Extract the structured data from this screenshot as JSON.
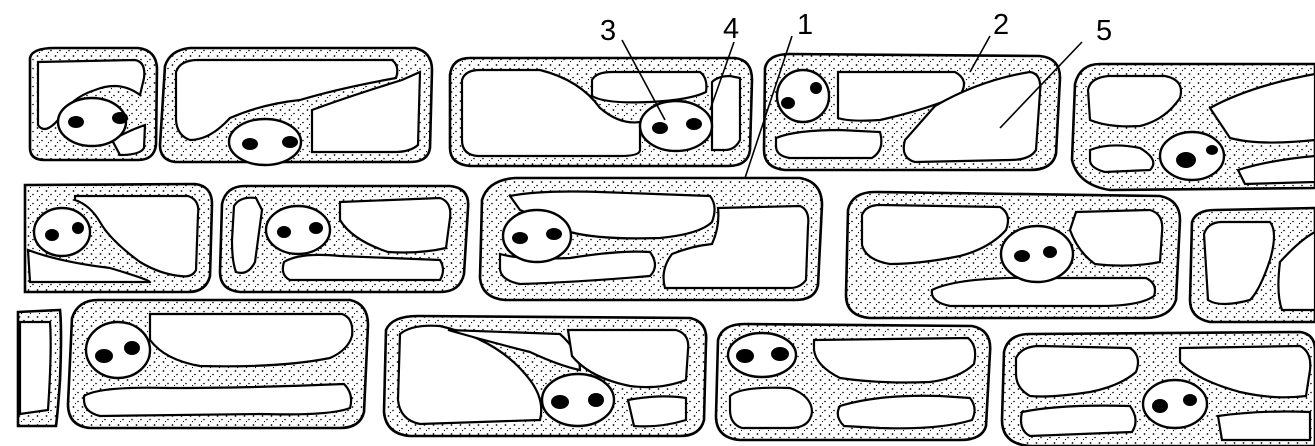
{
  "diagram": {
    "labels": [
      {
        "id": "1",
        "text": "1"
      },
      {
        "id": "2",
        "text": "2"
      },
      {
        "id": "3",
        "text": "3"
      },
      {
        "id": "4",
        "text": "4"
      },
      {
        "id": "5",
        "text": "5"
      }
    ]
  },
  "colors": {
    "ink": "#000000",
    "paper": "#ffffff",
    "cytoplasm_stipple": "#000000"
  }
}
